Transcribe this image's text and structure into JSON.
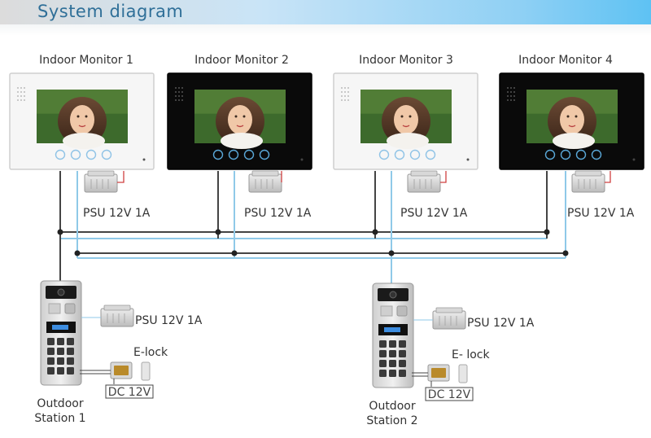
{
  "header": {
    "title": "System diagram"
  },
  "monitors": [
    {
      "label": "Indoor Monitor 1",
      "theme": "white",
      "psu": "PSU 12V 1A"
    },
    {
      "label": "Indoor Monitor 2",
      "theme": "black",
      "psu": "PSU 12V 1A"
    },
    {
      "label": "Indoor Monitor 3",
      "theme": "white",
      "psu": "PSU 12V 1A"
    },
    {
      "label": "Indoor Monitor 4",
      "theme": "black",
      "psu": "PSU 12V 1A"
    }
  ],
  "stations": [
    {
      "label_line1": "Outdoor",
      "label_line2": "Station 1",
      "psu": "PSU 12V 1A",
      "lock": "E-lock",
      "dc": "DC 12V"
    },
    {
      "label_line1": "Outdoor",
      "label_line2": "Station 2",
      "psu": "PSU 12V 1A",
      "lock": "E- lock",
      "dc": "DC 12V"
    }
  ],
  "colors": {
    "bus_dark": "#444444",
    "bus_light": "#8fc9e8",
    "psu_wire": "#d04040",
    "header_text": "#2f6f98"
  }
}
